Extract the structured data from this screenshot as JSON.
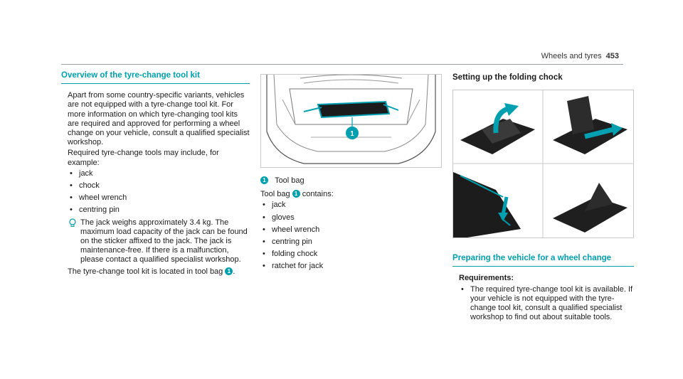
{
  "header": {
    "section": "Wheels and tyres",
    "page_number": "453"
  },
  "left": {
    "title": "Overview of the tyre-change tool kit",
    "intro": "Apart from some country-specific variants, vehi­cles are not equipped with a tyre-change tool kit. For more information on which tyre-changing tool kits are required and approved for perform­ing a wheel change on your vehicle, consult a qualified specialist workshop.",
    "required": "Required tyre-change tools may include, for example:",
    "items": [
      "jack",
      "chock",
      "wheel wrench",
      "centring pin"
    ],
    "note_icon": "info-icon",
    "note": "The jack weighs approximately 3.4 kg. The maximum load capacity of the jack can be found on the sticker affixed to the jack. The jack is maintenance-free. If there is a malfunction, please contact a qualified spe­cialist workshop.",
    "location_text": "The tyre-change tool kit is located in tool bag",
    "callout_number": "1"
  },
  "middle": {
    "callout_number": "1",
    "caption": "Tool bag",
    "contains_prefix": "Tool bag",
    "contains_suffix": "contains:",
    "items": [
      "jack",
      "gloves",
      "wheel wrench",
      "centring pin",
      "folding chock",
      "ratchet for jack"
    ]
  },
  "right": {
    "setup_title": "Setting up the folding chock",
    "prep_title": "Preparing the vehicle for a wheel change",
    "requirements_label": "Requirements:",
    "requirement": "The required tyre-change tool kit is available. If your vehicle is not equipped with the tyre-change tool kit, consult a qualified specialist workshop to find out about suitable tools."
  },
  "colors": {
    "accent": "#00a0b0",
    "text": "#1c1c1c"
  }
}
